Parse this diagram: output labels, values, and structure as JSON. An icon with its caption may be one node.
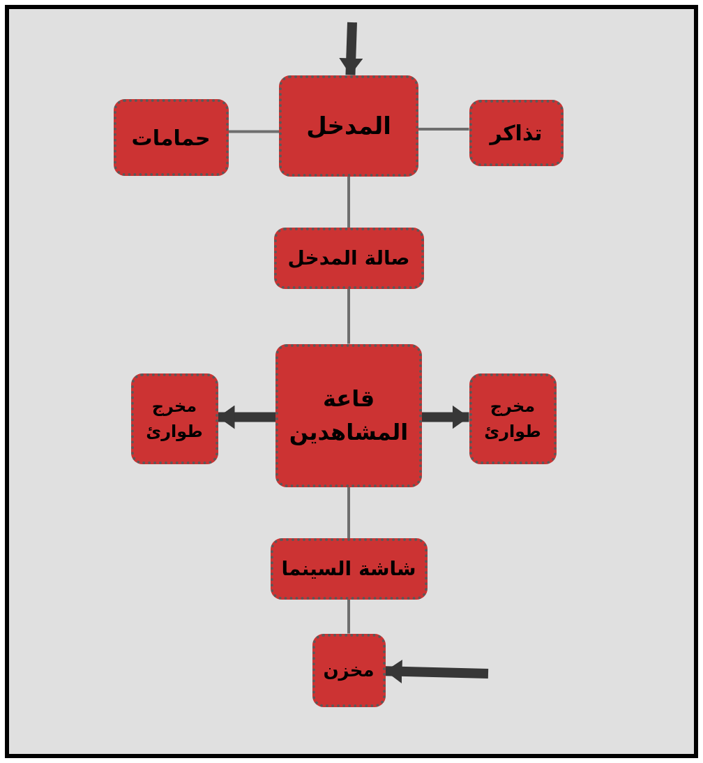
{
  "diagram": {
    "nodes": [
      {
        "text": [
          "المدخل"
        ]
      },
      {
        "text": [
          "حمامات"
        ]
      },
      {
        "text": [
          "تذاكر"
        ]
      },
      {
        "text": [
          "صالة المدخل"
        ]
      },
      {
        "text": [
          "قاعة المشاهدين"
        ]
      },
      {
        "text": [
          "مخرج طوارئ"
        ]
      },
      {
        "text": [
          "مخرج طوارئ"
        ]
      },
      {
        "text": [
          "شاشة السينما"
        ]
      },
      {
        "text": [
          "مخزن"
        ]
      }
    ],
    "edges": [
      {
        "from": null,
        "to": 0,
        "arrow": "to",
        "style": "thick"
      },
      {
        "from": 0,
        "to": 1,
        "arrow": "none"
      },
      {
        "from": 0,
        "to": 2,
        "arrow": "none"
      },
      {
        "from": 0,
        "to": 3,
        "arrow": "none"
      },
      {
        "from": 3,
        "to": 4,
        "arrow": "none"
      },
      {
        "from": 4,
        "to": 5,
        "arrow": "to",
        "style": "thick"
      },
      {
        "from": 4,
        "to": 6,
        "arrow": "to",
        "style": "thick"
      },
      {
        "from": 4,
        "to": 7,
        "arrow": "none"
      },
      {
        "from": 7,
        "to": 8,
        "arrow": "none"
      },
      {
        "from": null,
        "to": 8,
        "arrow": "to",
        "style": "thick"
      }
    ]
  }
}
